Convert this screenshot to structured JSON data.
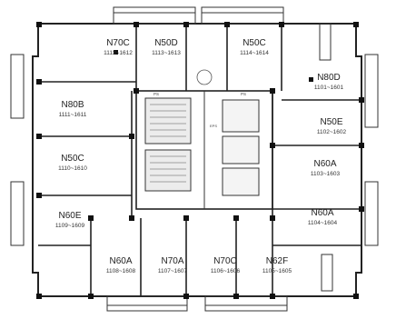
{
  "units": [
    {
      "name": "N70C",
      "range": "1112~1612"
    },
    {
      "name": "N50D",
      "range": "1113~1613"
    },
    {
      "name": "N50C",
      "range": "1114~1614"
    },
    {
      "name": "N80D",
      "range": "1101~1601"
    },
    {
      "name": "N80B",
      "range": "1111~1611"
    },
    {
      "name": "N50E",
      "range": "1102~1602"
    },
    {
      "name": "N50C",
      "range": "1110~1610"
    },
    {
      "name": "N60A",
      "range": "1103~1603"
    },
    {
      "name": "N60E",
      "range": "1109~1609"
    },
    {
      "name": "N60A",
      "range": "1104~1604"
    },
    {
      "name": "N60A",
      "range": "1108~1608"
    },
    {
      "name": "N70A",
      "range": "1107~1607"
    },
    {
      "name": "N70C",
      "range": "1106~1606"
    },
    {
      "name": "N62F",
      "range": "1105~1605"
    }
  ],
  "core_labels": {
    "top_left": "PS",
    "top_right": "PS",
    "mid": "EPS"
  }
}
